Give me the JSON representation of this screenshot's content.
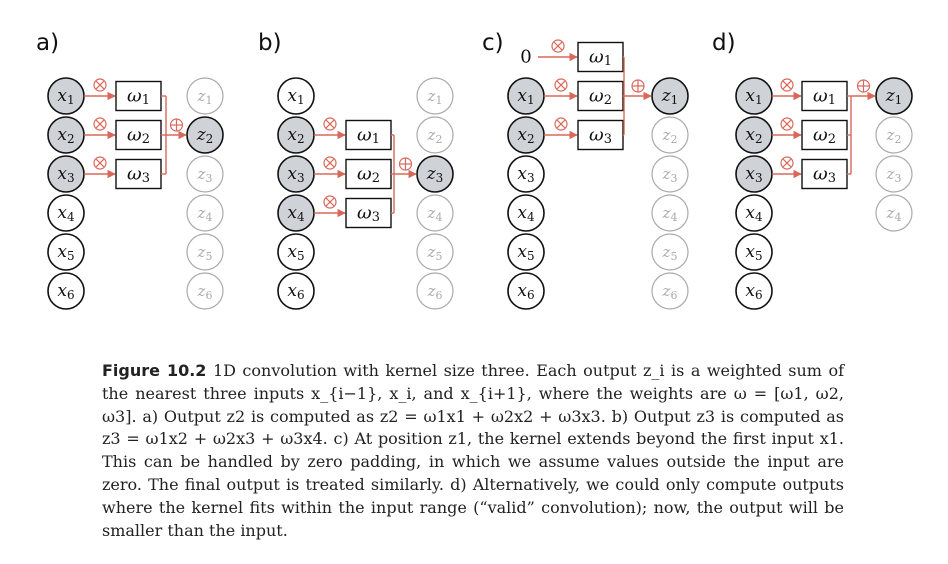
{
  "panels": [
    {
      "label": "a)",
      "inputs": [
        "x1",
        "x2",
        "x3",
        "x4",
        "x5",
        "x6"
      ],
      "outputs": [
        "z1",
        "z2",
        "z3",
        "z4",
        "z5",
        "z6"
      ],
      "highlighted_inputs": [
        0,
        1,
        2
      ],
      "active_output": 1,
      "weight_rows": [
        0,
        1,
        2
      ],
      "weights": [
        "ω1",
        "ω2",
        "ω3"
      ],
      "sources": [
        "x1",
        "x2",
        "x3"
      ]
    },
    {
      "label": "b)",
      "inputs": [
        "x1",
        "x2",
        "x3",
        "x4",
        "x5",
        "x6"
      ],
      "outputs": [
        "z1",
        "z2",
        "z3",
        "z4",
        "z5",
        "z6"
      ],
      "highlighted_inputs": [
        1,
        2,
        3
      ],
      "active_output": 2,
      "weight_rows": [
        1,
        2,
        3
      ],
      "weights": [
        "ω1",
        "ω2",
        "ω3"
      ],
      "sources": [
        "x2",
        "x3",
        "x4"
      ]
    },
    {
      "label": "c)",
      "zero_pad": "0",
      "inputs": [
        "x1",
        "x2",
        "x3",
        "x4",
        "x5",
        "x6"
      ],
      "outputs": [
        "z1",
        "z2",
        "z3",
        "z4",
        "z5",
        "z6"
      ],
      "highlighted_inputs": [
        0,
        1
      ],
      "active_output": 0,
      "weight_rows": [
        -1,
        0,
        1
      ],
      "weights": [
        "ω1",
        "ω2",
        "ω3"
      ],
      "sources": [
        "0",
        "x1",
        "x2"
      ]
    },
    {
      "label": "d)",
      "inputs": [
        "x1",
        "x2",
        "x3",
        "x4",
        "x5",
        "x6"
      ],
      "outputs": [
        "z1",
        "z2",
        "z3",
        "z4"
      ],
      "highlighted_inputs": [
        0,
        1,
        2
      ],
      "active_output": 0,
      "weight_rows": [
        0,
        1,
        2
      ],
      "weights": [
        "ω1",
        "ω2",
        "ω3"
      ],
      "sources": [
        "x1",
        "x2",
        "x3"
      ]
    }
  ],
  "caption": {
    "figure_label": "Figure 10.2",
    "text": "1D convolution with kernel size three. Each output z_i is a weighted sum of the nearest three inputs x_{i−1}, x_i, and x_{i+1}, where the weights are ω = [ω1, ω2, ω3]. a) Output z2 is computed as z2 = ω1x1 + ω2x2 + ω3x3. b) Output z3 is computed as z3 = ω1x2 + ω2x3 + ω3x4. c) At position z1, the kernel extends beyond the first input x1. This can be handled by zero padding, in which we assume values outside the input are zero. The final output is treated similarly. d) Alternatively, we could only compute outputs where the kernel fits within the input range (“valid” convolution); now, the output will be smaller than the input."
  },
  "colors": {
    "accent": "#d9685a",
    "highlight_fill": "#cfd3d8",
    "inactive_output": "#aaaaaa",
    "ink": "#111111"
  }
}
